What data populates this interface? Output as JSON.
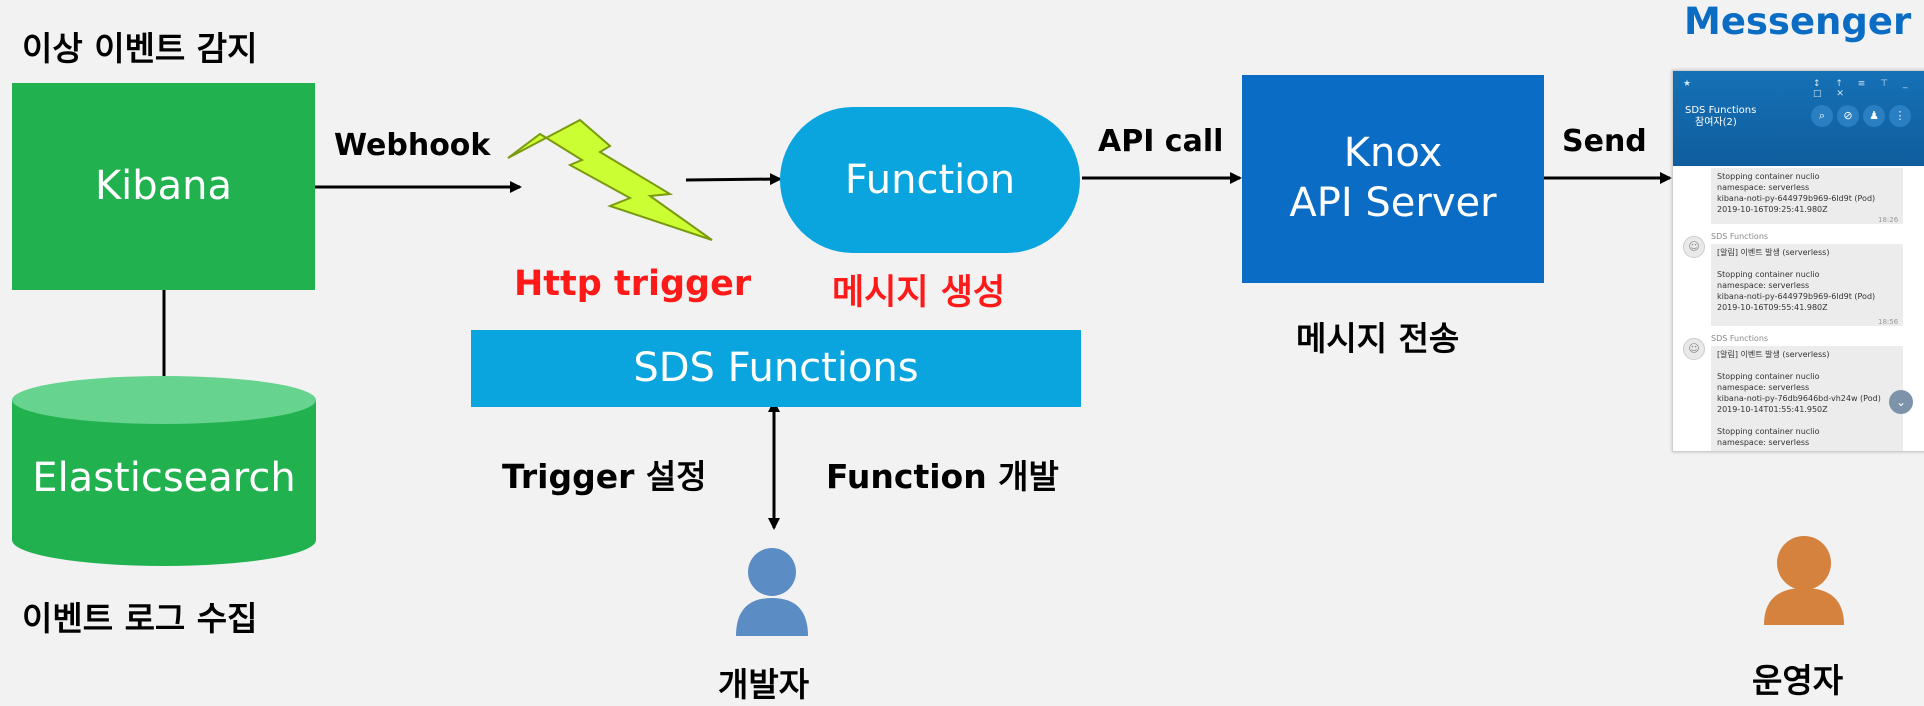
{
  "labels": {
    "anomaly_detect": "이상 이벤트 감지",
    "event_log_collect": "이벤트 로그 수집",
    "webhook": "Webhook",
    "http_trigger": "Http trigger",
    "message_create": "메시지 생성",
    "api_call": "API call",
    "message_send": "메시지 전송",
    "send": "Send",
    "messenger": "Messenger",
    "trigger_setting": "Trigger 설정",
    "function_dev": "Function 개발",
    "developer": "개발자",
    "operator": "운영자"
  },
  "nodes": {
    "kibana": "Kibana",
    "elasticsearch": "Elasticsearch",
    "function": "Function",
    "knox_line1": "Knox",
    "knox_line2": "API Server",
    "sds_functions": "SDS Functions"
  },
  "messenger": {
    "title_line1": "SDS Functions",
    "title_line2": "참여자(2)",
    "messages": [
      {
        "sender": "",
        "text": "Stopping container nuclio\nnamespace: serverless\nkibana-noti-py-644979b969-6ld9t (Pod)\n2019-10-16T09:25:41.980Z",
        "time": "18:26"
      },
      {
        "sender": "SDS Functions",
        "text": "[알림] 이벤트 발생 (serverless)\n\nStopping container nuclio\nnamespace: serverless\nkibana-noti-py-644979b969-6ld9t (Pod)\n2019-10-16T09:55:41.980Z",
        "time": "18:56"
      },
      {
        "sender": "SDS Functions",
        "text": "[알림] 이벤트 발생 (serverless)\n\nStopping container nuclio\nnamespace: serverless\nkibana-noti-py-76db9646bd-vh24w (Pod)\n2019-10-14T01:55:41.950Z\n\nStopping container nuclio\nnamespace: serverless",
        "time": ""
      }
    ]
  },
  "colors": {
    "green": "#21b24f",
    "cyan": "#0aa5de",
    "dark_blue": "#0a6cc4",
    "red_label": "#ff1a1a",
    "messenger_title": "#0b6cc4",
    "lightning": "#ccff33",
    "developer_person": "#5b8cc4",
    "operator_person": "#d4823d"
  }
}
